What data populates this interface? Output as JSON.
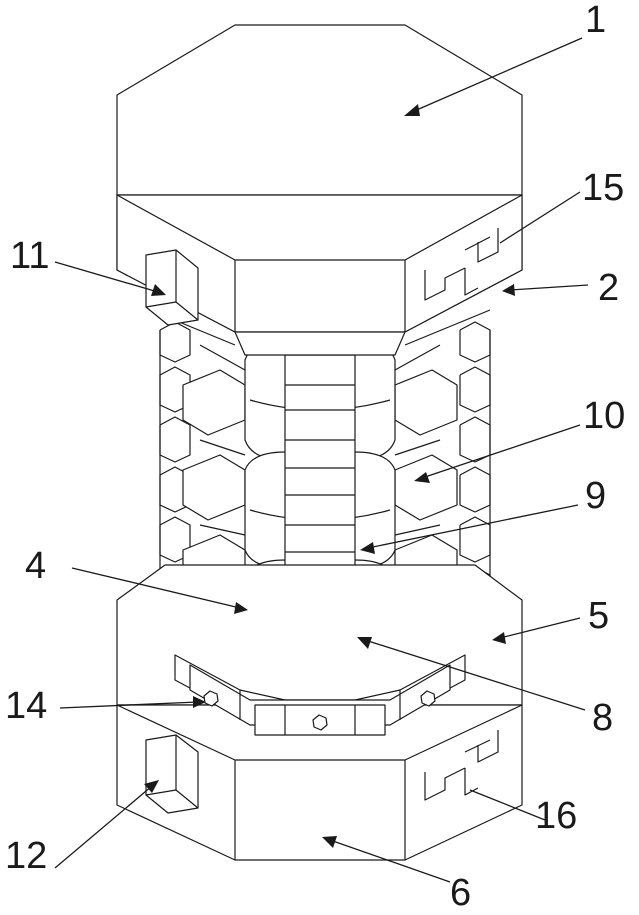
{
  "figure": {
    "labels": [
      {
        "key": "l1",
        "text": "1"
      },
      {
        "key": "l2",
        "text": "2"
      },
      {
        "key": "l4",
        "text": "4"
      },
      {
        "key": "l5",
        "text": "5"
      },
      {
        "key": "l6",
        "text": "6"
      },
      {
        "key": "l8",
        "text": "8"
      },
      {
        "key": "l9",
        "text": "9"
      },
      {
        "key": "l10",
        "text": "10"
      },
      {
        "key": "l11",
        "text": "11"
      },
      {
        "key": "l12",
        "text": "12"
      },
      {
        "key": "l14",
        "text": "14"
      },
      {
        "key": "l15",
        "text": "15"
      },
      {
        "key": "l16",
        "text": "16"
      }
    ]
  }
}
